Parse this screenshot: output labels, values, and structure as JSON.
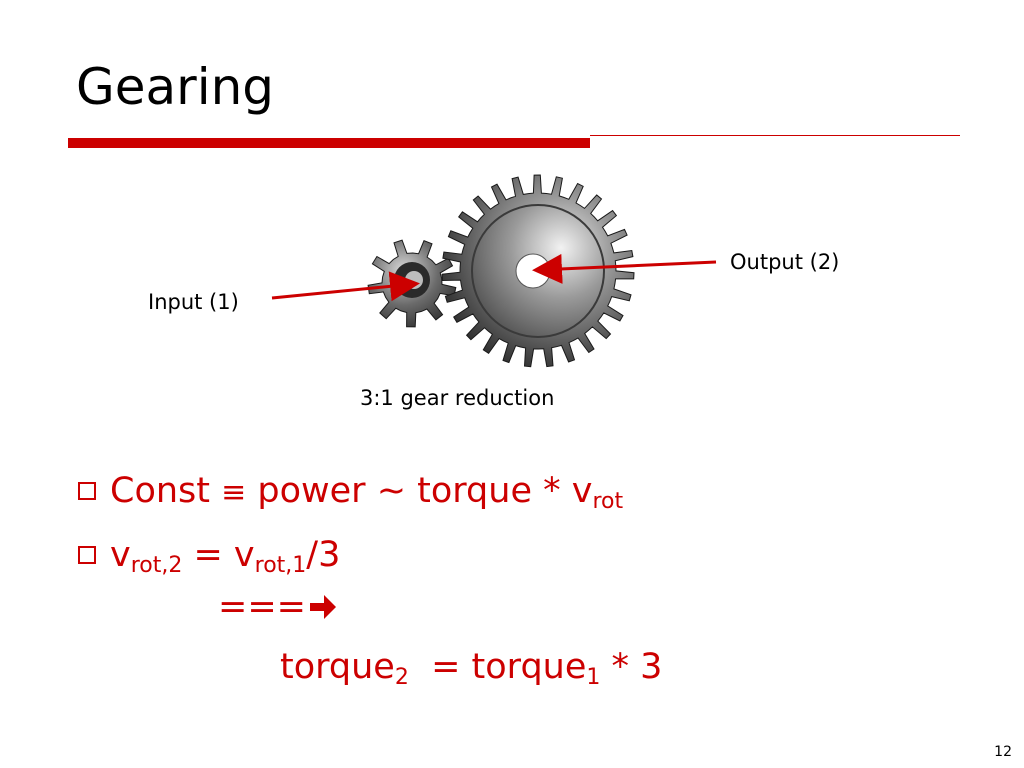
{
  "slide": {
    "title": "Gearing",
    "page_number": "12",
    "accent_color": "#cc0000"
  },
  "figure": {
    "input_label": "Input (1)",
    "output_label": "Output (2)",
    "caption": "3:1 gear reduction",
    "icon": "meshing-gears-illustration"
  },
  "bullets": [
    {
      "prefix": "Const ",
      "equiv": "≡",
      "mid": " power ~ torque * v",
      "sub": "rot",
      "suffix": ""
    },
    {
      "prefix": "v",
      "sub1": "rot,2",
      "mid": " = v",
      "sub2": "rot,1",
      "suffix": "/3"
    }
  ],
  "implies": {
    "text": "===",
    "icon": "right-arrow-icon"
  },
  "result": {
    "lhs": "torque",
    "lhs_sub": "2",
    "mid": "  = torque",
    "rhs_sub": "1",
    "rhs": " * 3"
  }
}
